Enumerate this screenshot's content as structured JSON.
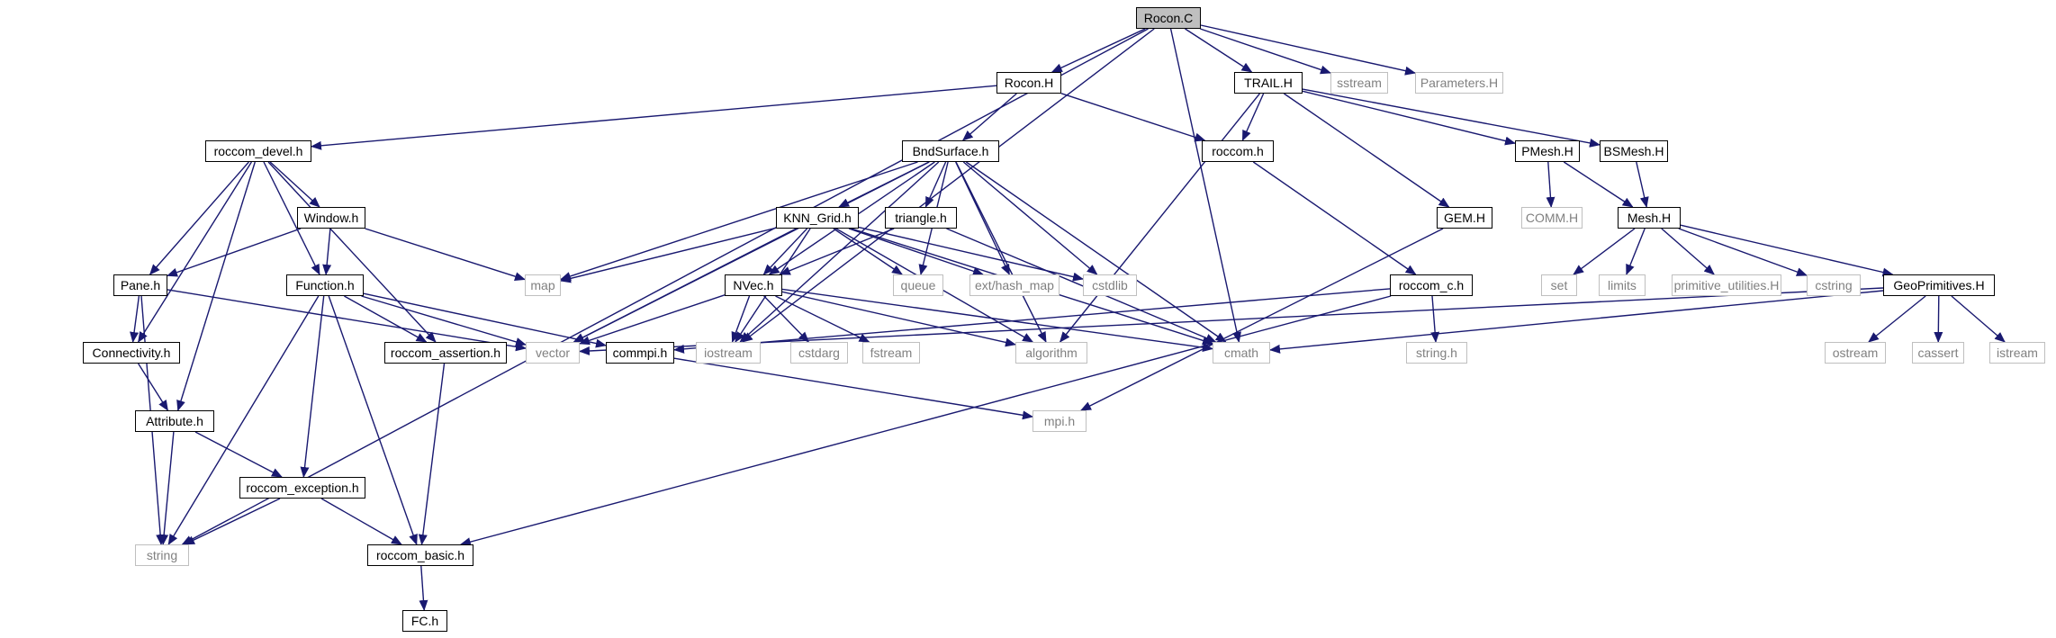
{
  "colors": {
    "edge": "#191970",
    "local_border": "#000000",
    "system_border": "#bfbfbf",
    "system_text": "#808080",
    "root_fill": "#bfbfbf"
  },
  "nodes": [
    {
      "id": "RoconC",
      "label": "Rocon.C",
      "kind": "root"
    },
    {
      "id": "RoconH",
      "label": "Rocon.H",
      "kind": "local"
    },
    {
      "id": "TRAILH",
      "label": "TRAIL.H",
      "kind": "local"
    },
    {
      "id": "sstream",
      "label": "sstream",
      "kind": "system"
    },
    {
      "id": "ParametersH",
      "label": "Parameters.H",
      "kind": "system"
    },
    {
      "id": "roccom_devel",
      "label": "roccom_devel.h",
      "kind": "local"
    },
    {
      "id": "BndSurface",
      "label": "BndSurface.h",
      "kind": "local"
    },
    {
      "id": "roccomh",
      "label": "roccom.h",
      "kind": "local"
    },
    {
      "id": "PMeshH",
      "label": "PMesh.H",
      "kind": "local"
    },
    {
      "id": "BSMeshH",
      "label": "BSMesh.H",
      "kind": "local"
    },
    {
      "id": "Windowh",
      "label": "Window.h",
      "kind": "local"
    },
    {
      "id": "KNN_Grid",
      "label": "KNN_Grid.h",
      "kind": "local"
    },
    {
      "id": "triangleh",
      "label": "triangle.h",
      "kind": "local"
    },
    {
      "id": "GEMH",
      "label": "GEM.H",
      "kind": "local"
    },
    {
      "id": "COMMH",
      "label": "COMM.H",
      "kind": "system"
    },
    {
      "id": "MeshH",
      "label": "Mesh.H",
      "kind": "local"
    },
    {
      "id": "Paneh",
      "label": "Pane.h",
      "kind": "local"
    },
    {
      "id": "Functionh",
      "label": "Function.h",
      "kind": "local"
    },
    {
      "id": "map",
      "label": "map",
      "kind": "system"
    },
    {
      "id": "NVech",
      "label": "NVec.h",
      "kind": "local"
    },
    {
      "id": "queue",
      "label": "queue",
      "kind": "system"
    },
    {
      "id": "ext_hash_map",
      "label": "ext/hash_map",
      "kind": "system"
    },
    {
      "id": "cstdlib",
      "label": "cstdlib",
      "kind": "system"
    },
    {
      "id": "roccom_ch",
      "label": "roccom_c.h",
      "kind": "local"
    },
    {
      "id": "set",
      "label": "set",
      "kind": "system"
    },
    {
      "id": "limits",
      "label": "limits",
      "kind": "system"
    },
    {
      "id": "primitive_utilities",
      "label": "primitive_utilities.H",
      "kind": "system"
    },
    {
      "id": "cstring",
      "label": "cstring",
      "kind": "system"
    },
    {
      "id": "GeoPrimitives",
      "label": "GeoPrimitives.H",
      "kind": "local"
    },
    {
      "id": "Connectivityh",
      "label": "Connectivity.h",
      "kind": "local"
    },
    {
      "id": "vector",
      "label": "vector",
      "kind": "system"
    },
    {
      "id": "roccom_assertion",
      "label": "roccom_assertion.h",
      "kind": "local"
    },
    {
      "id": "commpih",
      "label": "commpi.h",
      "kind": "local"
    },
    {
      "id": "iostream",
      "label": "iostream",
      "kind": "system"
    },
    {
      "id": "cstdarg",
      "label": "cstdarg",
      "kind": "system"
    },
    {
      "id": "fstream",
      "label": "fstream",
      "kind": "system"
    },
    {
      "id": "algorithm",
      "label": "algorithm",
      "kind": "system"
    },
    {
      "id": "cmath",
      "label": "cmath",
      "kind": "system"
    },
    {
      "id": "stringh",
      "label": "string.h",
      "kind": "system"
    },
    {
      "id": "ostream",
      "label": "ostream",
      "kind": "system"
    },
    {
      "id": "cassert",
      "label": "cassert",
      "kind": "system"
    },
    {
      "id": "istream",
      "label": "istream",
      "kind": "system"
    },
    {
      "id": "Attributeh",
      "label": "Attribute.h",
      "kind": "local"
    },
    {
      "id": "mpih",
      "label": "mpi.h",
      "kind": "system"
    },
    {
      "id": "roccom_exception",
      "label": "roccom_exception.h",
      "kind": "local"
    },
    {
      "id": "string",
      "label": "string",
      "kind": "system"
    },
    {
      "id": "roccom_basic",
      "label": "roccom_basic.h",
      "kind": "local"
    },
    {
      "id": "FCh",
      "label": "FC.h",
      "kind": "local"
    }
  ],
  "edges": [
    [
      "RoconC",
      "RoconH"
    ],
    [
      "RoconC",
      "TRAILH"
    ],
    [
      "RoconC",
      "sstream"
    ],
    [
      "RoconC",
      "ParametersH"
    ],
    [
      "RoconC",
      "string"
    ],
    [
      "RoconC",
      "iostream"
    ],
    [
      "RoconC",
      "cmath"
    ],
    [
      "RoconH",
      "roccom_devel"
    ],
    [
      "RoconH",
      "BndSurface"
    ],
    [
      "RoconH",
      "roccomh"
    ],
    [
      "TRAILH",
      "roccomh"
    ],
    [
      "TRAILH",
      "PMeshH"
    ],
    [
      "TRAILH",
      "BSMeshH"
    ],
    [
      "TRAILH",
      "GEMH"
    ],
    [
      "TRAILH",
      "algorithm"
    ],
    [
      "roccom_devel",
      "Windowh"
    ],
    [
      "roccom_devel",
      "Paneh"
    ],
    [
      "roccom_devel",
      "Functionh"
    ],
    [
      "roccom_devel",
      "Connectivityh"
    ],
    [
      "roccom_devel",
      "roccom_assertion"
    ],
    [
      "roccom_devel",
      "Attributeh"
    ],
    [
      "BndSurface",
      "KNN_Grid"
    ],
    [
      "BndSurface",
      "triangleh"
    ],
    [
      "BndSurface",
      "NVech"
    ],
    [
      "BndSurface",
      "map"
    ],
    [
      "BndSurface",
      "vector"
    ],
    [
      "BndSurface",
      "iostream"
    ],
    [
      "BndSurface",
      "queue"
    ],
    [
      "BndSurface",
      "ext_hash_map"
    ],
    [
      "BndSurface",
      "cstdlib"
    ],
    [
      "BndSurface",
      "algorithm"
    ],
    [
      "BndSurface",
      "cmath"
    ],
    [
      "roccomh",
      "roccom_ch"
    ],
    [
      "PMeshH",
      "COMMH"
    ],
    [
      "PMeshH",
      "MeshH"
    ],
    [
      "BSMeshH",
      "MeshH"
    ],
    [
      "GEMH",
      "mpih"
    ],
    [
      "MeshH",
      "set"
    ],
    [
      "MeshH",
      "limits"
    ],
    [
      "MeshH",
      "primitive_utilities"
    ],
    [
      "MeshH",
      "cstring"
    ],
    [
      "MeshH",
      "GeoPrimitives"
    ],
    [
      "Windowh",
      "Paneh"
    ],
    [
      "Windowh",
      "Functionh"
    ],
    [
      "Windowh",
      "map"
    ],
    [
      "KNN_Grid",
      "NVech"
    ],
    [
      "KNN_Grid",
      "map"
    ],
    [
      "KNN_Grid",
      "vector"
    ],
    [
      "KNN_Grid",
      "iostream"
    ],
    [
      "KNN_Grid",
      "queue"
    ],
    [
      "KNN_Grid",
      "ext_hash_map"
    ],
    [
      "KNN_Grid",
      "cstdlib"
    ],
    [
      "KNN_Grid",
      "algorithm"
    ],
    [
      "KNN_Grid",
      "cmath"
    ],
    [
      "triangleh",
      "NVech"
    ],
    [
      "triangleh",
      "cmath"
    ],
    [
      "Paneh",
      "Connectivityh"
    ],
    [
      "Paneh",
      "vector"
    ],
    [
      "Paneh",
      "string"
    ],
    [
      "Functionh",
      "roccom_assertion"
    ],
    [
      "Functionh",
      "vector"
    ],
    [
      "Functionh",
      "commpih"
    ],
    [
      "Functionh",
      "roccom_exception"
    ],
    [
      "Functionh",
      "roccom_basic"
    ],
    [
      "Functionh",
      "string"
    ],
    [
      "NVech",
      "vector"
    ],
    [
      "NVech",
      "iostream"
    ],
    [
      "NVech",
      "cstdarg"
    ],
    [
      "NVech",
      "fstream"
    ],
    [
      "NVech",
      "algorithm"
    ],
    [
      "NVech",
      "cmath"
    ],
    [
      "roccom_ch",
      "stringh"
    ],
    [
      "roccom_ch",
      "commpih"
    ],
    [
      "roccom_ch",
      "roccom_basic"
    ],
    [
      "GeoPrimitives",
      "vector"
    ],
    [
      "GeoPrimitives",
      "cmath"
    ],
    [
      "GeoPrimitives",
      "ostream"
    ],
    [
      "GeoPrimitives",
      "cassert"
    ],
    [
      "GeoPrimitives",
      "istream"
    ],
    [
      "Connectivityh",
      "Attributeh"
    ],
    [
      "roccom_assertion",
      "roccom_basic"
    ],
    [
      "commpih",
      "mpih"
    ],
    [
      "Attributeh",
      "roccom_exception"
    ],
    [
      "Attributeh",
      "string"
    ],
    [
      "roccom_exception",
      "string"
    ],
    [
      "roccom_exception",
      "roccom_basic"
    ],
    [
      "roccom_basic",
      "FCh"
    ]
  ]
}
